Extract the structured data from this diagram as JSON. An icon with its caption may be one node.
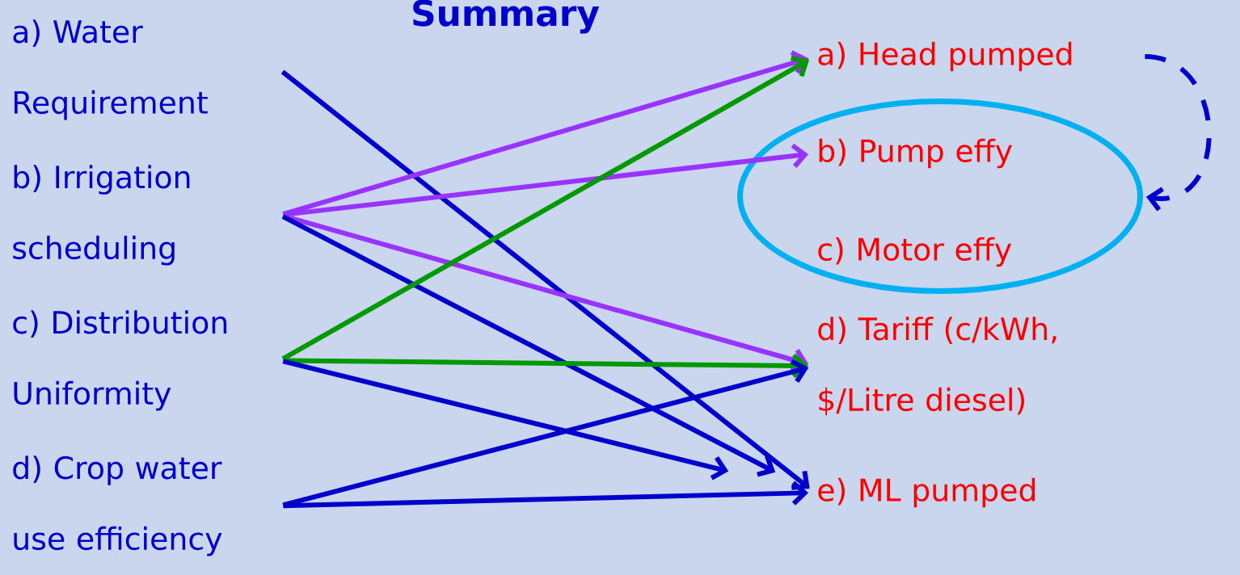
{
  "diagram": {
    "title": "Summary",
    "nodes": [
      {
        "text": [
          "a) Water Requirement"
        ]
      },
      {
        "text": [
          "b) Irrigation scheduling"
        ]
      },
      {
        "text": [
          "c) Distribution Uniformity"
        ]
      },
      {
        "text": [
          "d) Crop water use efficiency"
        ]
      },
      {
        "text": [
          "a) Head pumped"
        ]
      },
      {
        "text": [],
        "shape": "ellipse"
      },
      {
        "text": [
          "b) Pump effy"
        ],
        "in": 5
      },
      {
        "text": [
          "c) Motor effy"
        ],
        "in": 5
      },
      {
        "text": [
          "d) Tariff (c/kWh, $/Litre diesel)"
        ]
      },
      {
        "text": [
          "e) ML pumped"
        ]
      }
    ],
    "edges": [
      {
        "from": 0,
        "to": 9,
        "arrow": "to"
      },
      {
        "from": 1,
        "to": 4,
        "arrow": "to",
        "color": "#9933ff"
      },
      {
        "from": 1,
        "to": 6,
        "arrow": "to",
        "color": "#9933ff"
      },
      {
        "from": 1,
        "to": 8,
        "arrow": "to",
        "color": "#9933ff"
      },
      {
        "from": 1,
        "to": 9,
        "arrow": "to"
      },
      {
        "from": 2,
        "to": 4,
        "arrow": "to",
        "color": "#009900"
      },
      {
        "from": 2,
        "to": 8,
        "arrow": "to",
        "color": "#009900"
      },
      {
        "from": 2,
        "to": 9,
        "arrow": "to"
      },
      {
        "from": 3,
        "to": 8,
        "arrow": "to"
      },
      {
        "from": 3,
        "to": 9,
        "arrow": "to"
      },
      {
        "from": 4,
        "to": 5,
        "arrow": "to",
        "style": "dashed"
      }
    ]
  }
}
